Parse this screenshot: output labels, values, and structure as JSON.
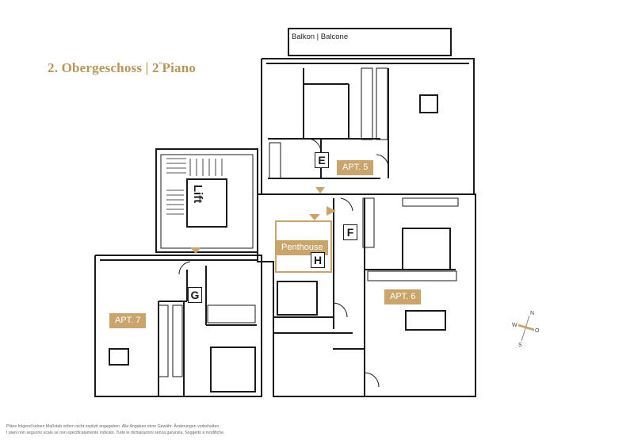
{
  "title": {
    "main": "2. Obergeschoss | 2",
    "sup": "°",
    "piano": "Piano"
  },
  "balcony_label": "Balkon | Balcone",
  "lift_label": "Lift",
  "apartments": {
    "apt5": "APT. 5",
    "apt6": "APT. 6",
    "apt7": "APT. 7",
    "penthouse": "Penthouse"
  },
  "staircase_letters": {
    "e": "E",
    "f": "F",
    "g": "G",
    "h": "H"
  },
  "compass": {
    "n": "N",
    "s": "S",
    "w": "W",
    "o": "O"
  },
  "footer": {
    "line1": "Pläne folgend keinen Maßstab sofern nicht explizit angegeben. Alle Angaben ohne Gewähr. Änderungen vorbehalten.",
    "line2": "I piani non seguono scale se non specificatamente indicato. Tutte le dichiarazioni senza garanzia. Soggetto a modifiche."
  },
  "colors": {
    "accent": "#c9a56b",
    "title": "#b8965a",
    "wall": "#1a1a1a"
  }
}
